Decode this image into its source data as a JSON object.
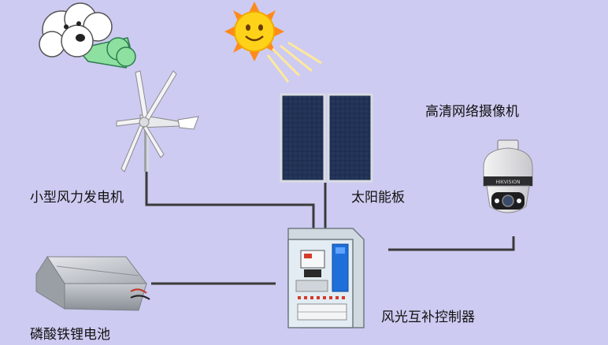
{
  "labels": {
    "wind_turbine": "小型风力发电机",
    "solar_panel": "太阳能板",
    "camera": "高清网络摄像机",
    "battery": "磷酸铁锂电池",
    "controller": "风光互补控制器"
  },
  "colors": {
    "background": "#cdcbf1",
    "wire": "#3a3a3a",
    "sun": "#ffd21a",
    "cloud": "#ffffff",
    "wind": "#8de0a0",
    "panel": "#1c2a4a",
    "controller_box": "#e2ecf2",
    "controller_module": "#1e6fd9"
  },
  "icons": [
    "cloud-icon",
    "sun-icon",
    "wind-turbine-icon",
    "solar-panel-icon",
    "camera-icon",
    "battery-icon",
    "controller-icon"
  ]
}
